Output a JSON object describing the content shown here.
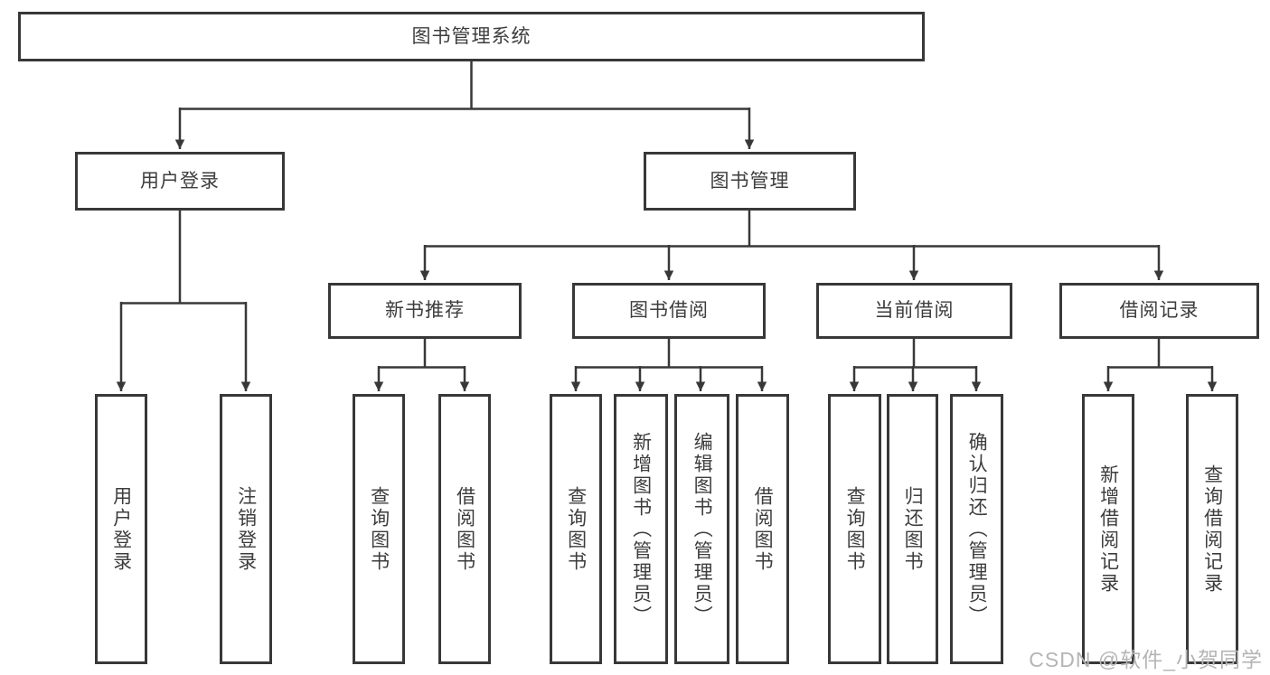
{
  "diagram": {
    "type": "tree",
    "title": "图书管理系统",
    "watermark": "CSDN @软件_小贺同学",
    "colors": {
      "line": "#383838",
      "box_border": "#383838",
      "box_fill": "#ffffff",
      "text": "#3d3d3d",
      "watermark_text": "#b5b5b5",
      "background": "#ffffff"
    },
    "nodes": {
      "root": {
        "label": "图书管理系统",
        "level": 0
      },
      "user_login_branch": {
        "label": "用户登录",
        "level": 1,
        "parent": "root"
      },
      "book_mgmt_branch": {
        "label": "图书管理",
        "level": 1,
        "parent": "root"
      },
      "new_book_rec": {
        "label": "新书推荐",
        "level": 2,
        "parent": "book_mgmt_branch"
      },
      "book_borrow": {
        "label": "图书借阅",
        "level": 2,
        "parent": "book_mgmt_branch"
      },
      "current_borrow": {
        "label": "当前借阅",
        "level": 2,
        "parent": "book_mgmt_branch"
      },
      "borrow_records": {
        "label": "借阅记录",
        "level": 2,
        "parent": "book_mgmt_branch"
      },
      "leaf_user_login": {
        "label": "用户登录",
        "level": 3,
        "parent": "user_login_branch"
      },
      "leaf_logout": {
        "label": "注销登录",
        "level": 3,
        "parent": "user_login_branch"
      },
      "leaf_query_books_rec": {
        "label": "查询图书",
        "level": 3,
        "parent": "new_book_rec"
      },
      "leaf_borrow_books_rec": {
        "label": "借阅图书",
        "level": 3,
        "parent": "new_book_rec"
      },
      "leaf_query_books_borrow": {
        "label": "查询图书",
        "level": 3,
        "parent": "book_borrow"
      },
      "leaf_add_books": {
        "label": "新增图书（管理员）",
        "level": 3,
        "parent": "book_borrow"
      },
      "leaf_edit_books": {
        "label": "编辑图书（管理员）",
        "level": 3,
        "parent": "book_borrow"
      },
      "leaf_borrow_books": {
        "label": "借阅图书",
        "level": 3,
        "parent": "book_borrow"
      },
      "leaf_query_books_current": {
        "label": "查询图书",
        "level": 3,
        "parent": "current_borrow"
      },
      "leaf_return_books": {
        "label": "归还图书",
        "level": 3,
        "parent": "current_borrow"
      },
      "leaf_confirm_return": {
        "label": "确认归还（管理员）",
        "level": 3,
        "parent": "current_borrow"
      },
      "leaf_add_borrow_record": {
        "label": "新增借阅记录",
        "level": 3,
        "parent": "borrow_records"
      },
      "leaf_query_borrow_record": {
        "label": "查询借阅记录",
        "level": 3,
        "parent": "borrow_records"
      }
    }
  }
}
